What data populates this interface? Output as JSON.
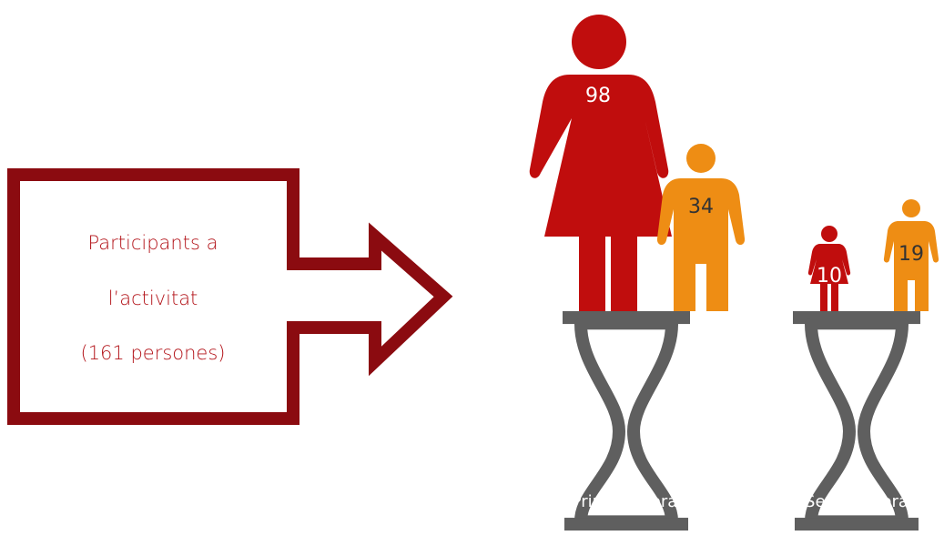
{
  "callout": {
    "lines": [
      "Participants a",
      "l’activitat",
      "(161 persones)"
    ],
    "border_color": "#8b0b10",
    "text_color": "#b3141a"
  },
  "groups": [
    {
      "timer_label": "Primera hora",
      "women": {
        "count": "98"
      },
      "kids": {
        "count": "34"
      }
    },
    {
      "timer_label": "Segona hora",
      "women": {
        "count": "10"
      },
      "kids": {
        "count": "19"
      }
    }
  ],
  "colors": {
    "woman": "#c00d0d",
    "child": "#ee8d14",
    "hourglass": "#5f5f5f",
    "label_dark": "#333333",
    "label_light": "#ffffff"
  },
  "icons": {
    "woman": "woman-icon",
    "child": "child-icon",
    "hourglass": "hourglass-icon",
    "arrow": "arrow-icon"
  }
}
